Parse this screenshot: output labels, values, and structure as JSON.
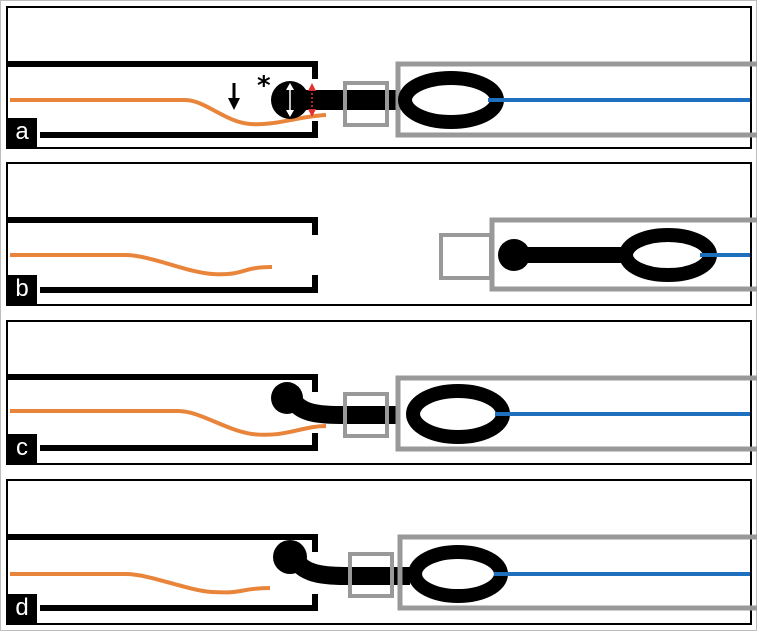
{
  "panels": [
    {
      "label": "a"
    },
    {
      "label": "b"
    },
    {
      "label": "c"
    },
    {
      "label": "d"
    }
  ],
  "annotations": {
    "asterisk": "*"
  },
  "colors": {
    "catheter": "#000000",
    "sheath": "#999999",
    "guidewire": "#e8853a",
    "snare_wire": "#1f6fbf",
    "expansion_arrow": "#e03030",
    "frame_bg": "#ffffff"
  },
  "icons": {
    "down_arrow": "down-arrow-icon",
    "double_arrow": "double-arrow-icon"
  }
}
